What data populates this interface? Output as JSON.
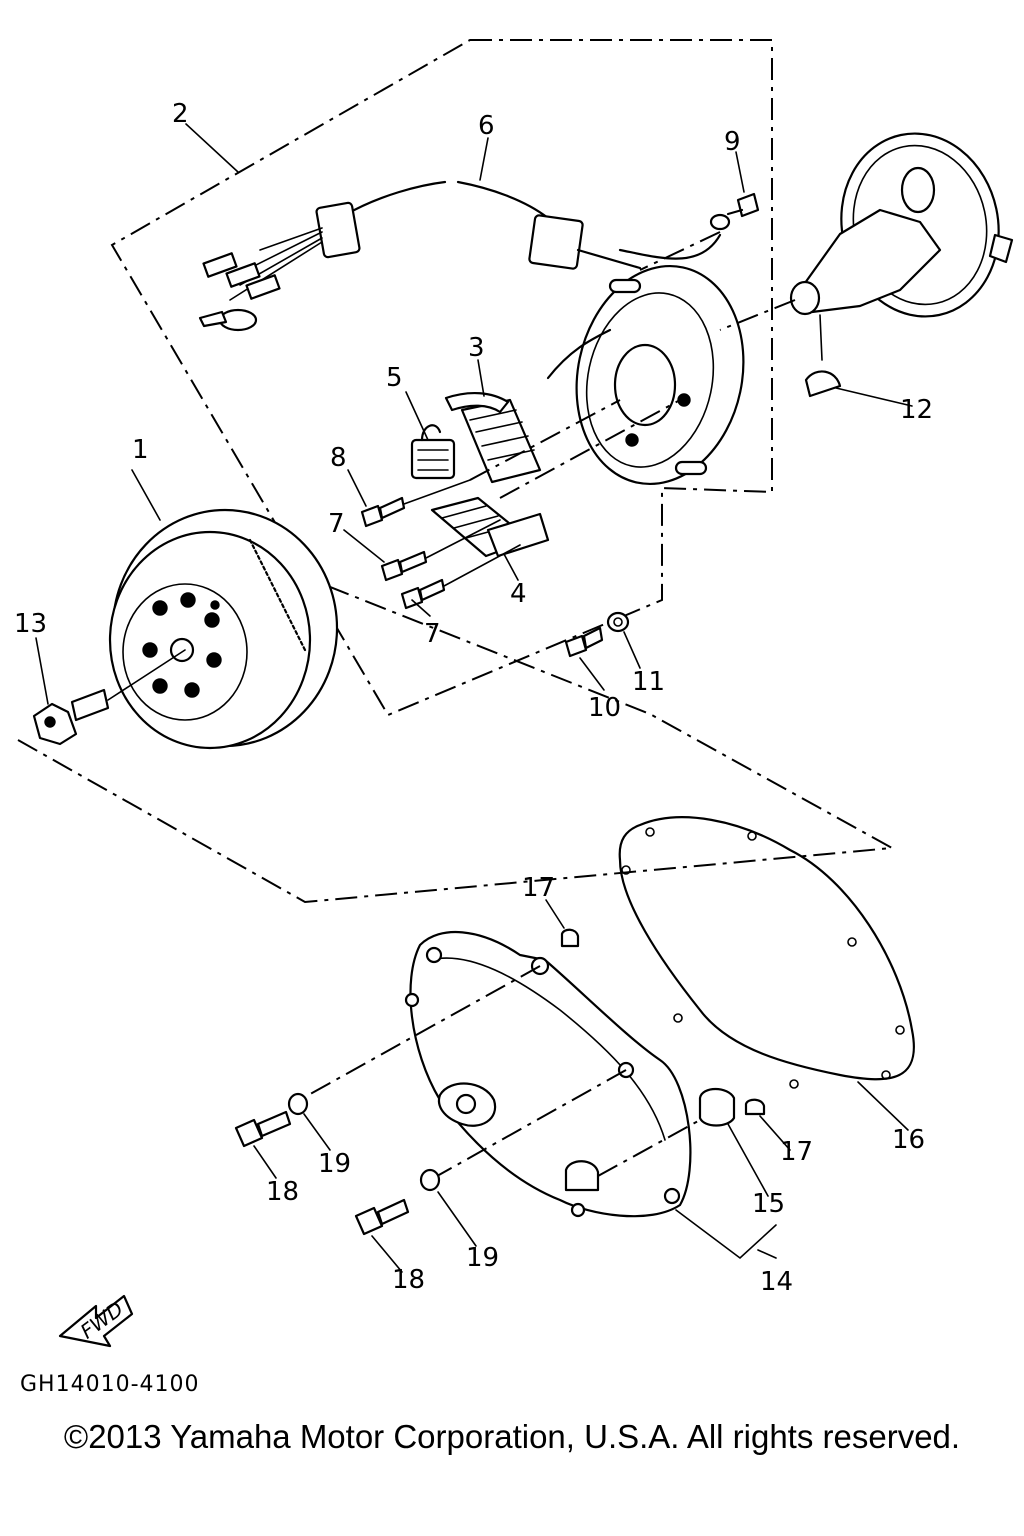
{
  "diagram": {
    "callouts": [
      "1",
      "2",
      "3",
      "4",
      "5",
      "6",
      "7",
      "7",
      "8",
      "9",
      "10",
      "11",
      "12",
      "13",
      "14",
      "15",
      "16",
      "17",
      "17",
      "18",
      "18",
      "19",
      "19"
    ],
    "fwd_label": "FWD",
    "doc_code": "GH14010-4100"
  },
  "footer": {
    "copyright": "©2013 Yamaha Motor Corporation, U.S.A. All rights reserved."
  }
}
